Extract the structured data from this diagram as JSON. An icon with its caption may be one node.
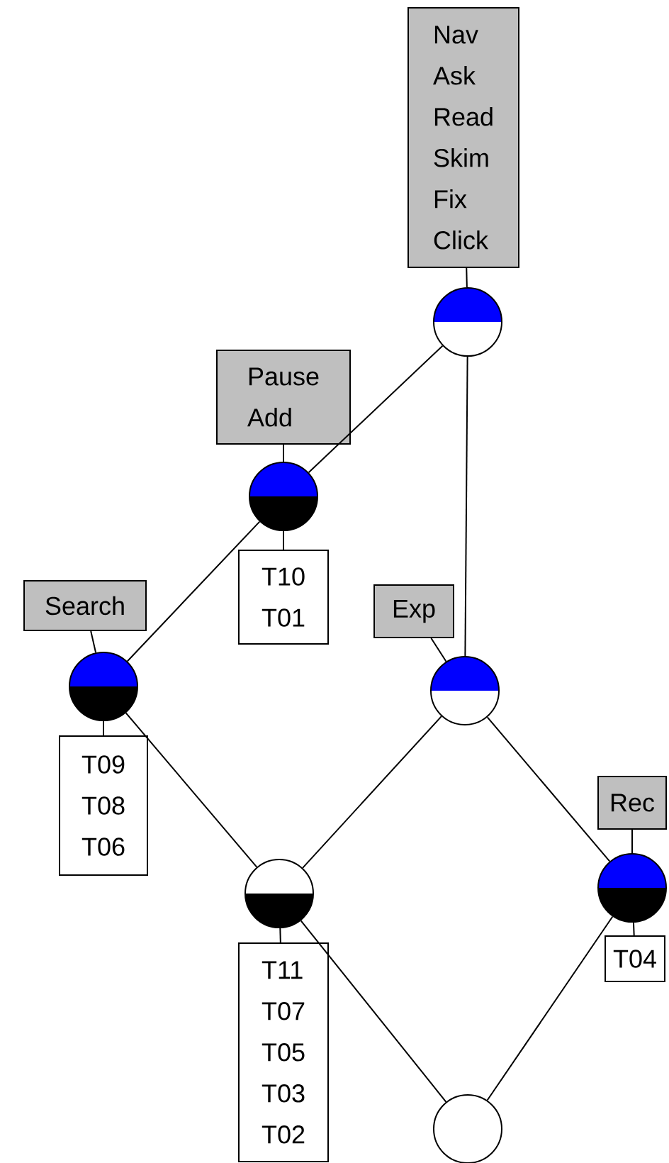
{
  "diagram": {
    "nodes": [
      {
        "text": [
          "Nav",
          "Ask",
          "Read",
          "Skim",
          "Fix",
          "Click"
        ]
      },
      {
        "text": [],
        "shape": "circle"
      },
      {
        "text": [
          "Pause",
          "Add"
        ]
      },
      {
        "text": [],
        "shape": "circle"
      },
      {
        "text": [
          "T10",
          "T01"
        ]
      },
      {
        "text": [
          "Search"
        ]
      },
      {
        "text": [
          "Exp"
        ]
      },
      {
        "text": [],
        "shape": "circle"
      },
      {
        "text": [],
        "shape": "circle"
      },
      {
        "text": [
          "T09",
          "T08",
          "T06"
        ]
      },
      {
        "text": [
          "Rec"
        ]
      },
      {
        "text": [],
        "shape": "circle"
      },
      {
        "text": [],
        "shape": "circle"
      },
      {
        "text": [
          "T04"
        ]
      },
      {
        "text": [
          "T11",
          "T07",
          "T05",
          "T03",
          "T02"
        ]
      },
      {
        "text": [],
        "shape": "circle"
      }
    ],
    "edges": [
      {
        "from": 0,
        "to": 1,
        "arrow": "none"
      },
      {
        "from": 1,
        "to": 3,
        "arrow": "none"
      },
      {
        "from": 1,
        "to": 8,
        "arrow": "none"
      },
      {
        "from": 2,
        "to": 3,
        "arrow": "none"
      },
      {
        "from": 3,
        "to": 4,
        "arrow": "none"
      },
      {
        "from": 3,
        "to": 7,
        "arrow": "none"
      },
      {
        "from": 5,
        "to": 7,
        "arrow": "none"
      },
      {
        "from": 6,
        "to": 8,
        "arrow": "none"
      },
      {
        "from": 7,
        "to": 9,
        "arrow": "none"
      },
      {
        "from": 7,
        "to": 11,
        "arrow": "none"
      },
      {
        "from": 8,
        "to": 11,
        "arrow": "none"
      },
      {
        "from": 8,
        "to": 12,
        "arrow": "none"
      },
      {
        "from": 10,
        "to": 12,
        "arrow": "none"
      },
      {
        "from": 12,
        "to": 13,
        "arrow": "none"
      },
      {
        "from": 11,
        "to": 14,
        "arrow": "none"
      },
      {
        "from": 11,
        "to": 15,
        "arrow": "none"
      },
      {
        "from": 12,
        "to": 15,
        "arrow": "none"
      }
    ]
  }
}
